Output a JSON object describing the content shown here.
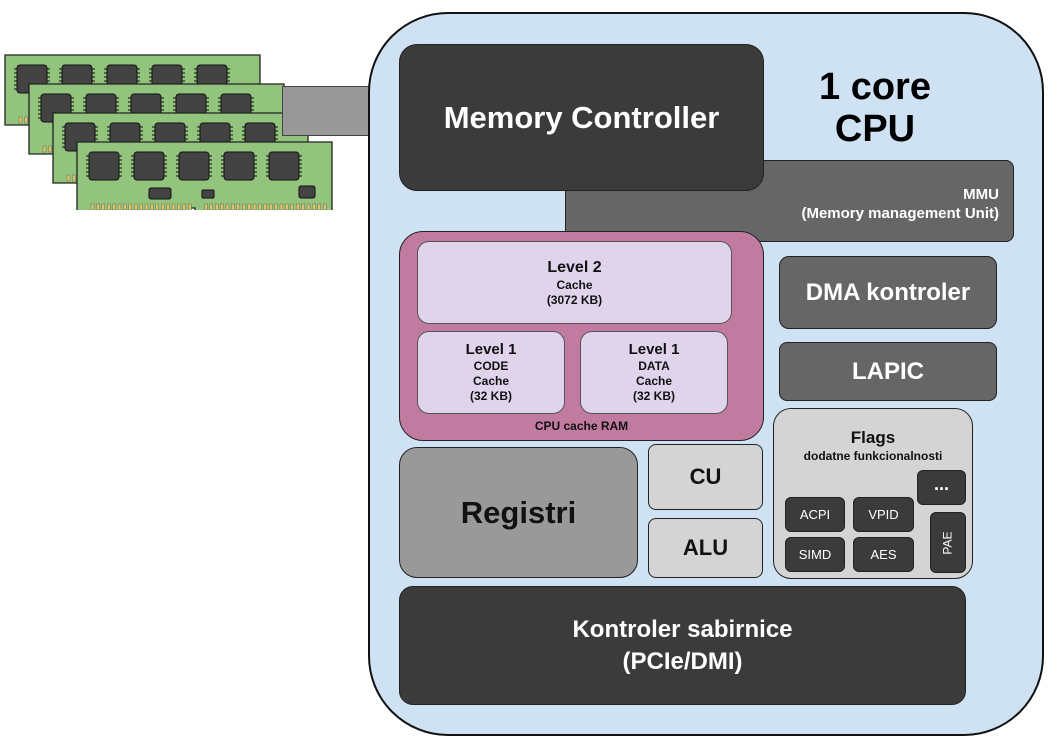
{
  "cpu": {
    "title_line1": "1 core",
    "title_line2": "CPU",
    "fill": "#cfe2f3"
  },
  "memory_controller": "Memory Controller",
  "mmu": {
    "title": "MMU",
    "subtitle": "(Memory management Unit)"
  },
  "cache": {
    "caption": "CPU cache RAM",
    "fill": "#c27ba0",
    "l2": {
      "title": "Level 2",
      "line1": "Cache",
      "line2": "(3072 KB)"
    },
    "l1_code": {
      "title": "Level 1",
      "line1": "CODE",
      "line2": "Cache",
      "line3": "(32 KB)"
    },
    "l1_data": {
      "title": "Level 1",
      "line1": "DATA",
      "line2": "Cache",
      "line3": "(32 KB)"
    }
  },
  "dma": "DMA kontroler",
  "lapic": "LAPIC",
  "registri": "Registri",
  "cu": "CU",
  "alu": "ALU",
  "flags": {
    "title": "Flags",
    "subtitle": "dodatne funkcionalnosti",
    "items": [
      "ACPI",
      "VPID",
      "SIMD",
      "AES",
      "PAE",
      "..."
    ]
  },
  "bus": {
    "line1": "Kontroler sabirnice",
    "line2": "(PCIe/DMI)"
  },
  "ram_modules": {
    "count": 4,
    "pcb_color": "#93c47d",
    "chip_color": "#434343"
  }
}
